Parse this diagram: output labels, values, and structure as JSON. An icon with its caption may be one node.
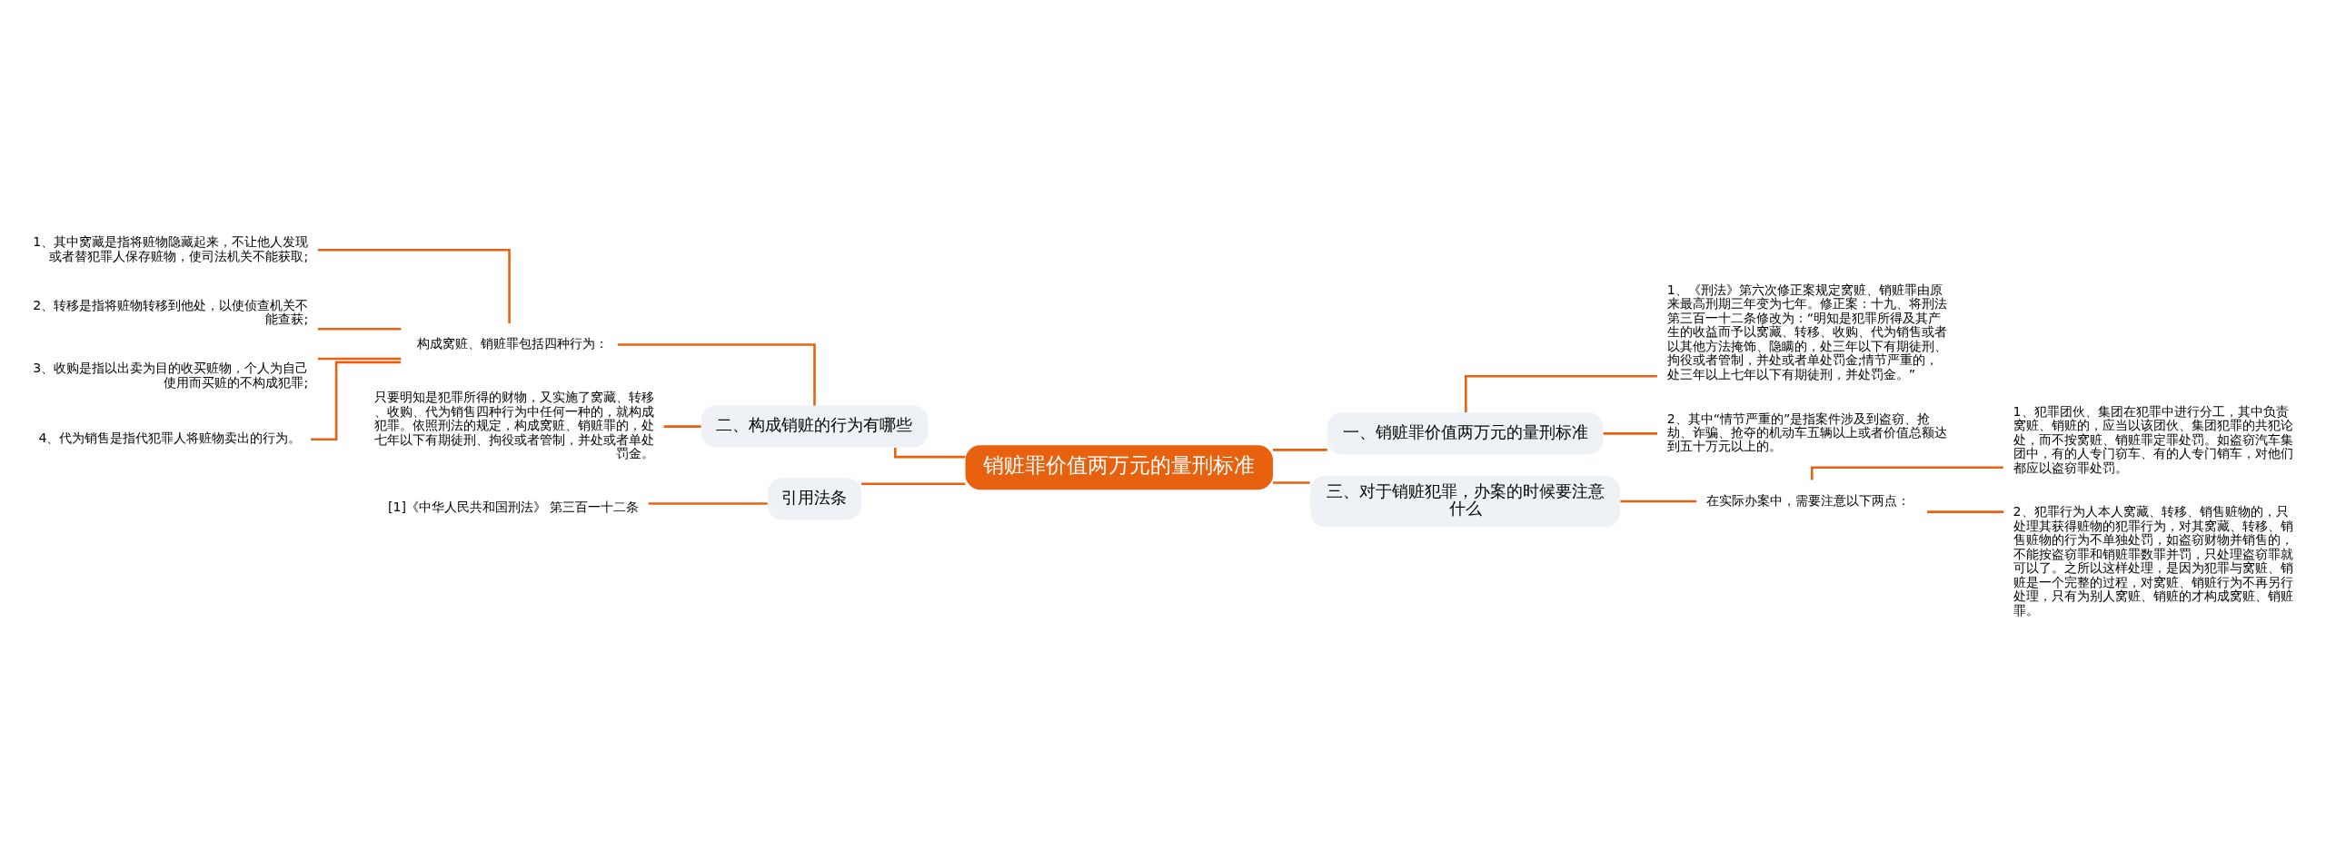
{
  "diagram": {
    "nodes": [
      {
        "text": [
          "销赃罪价值两万元的量刑标准"
        ]
      },
      {
        "text": [
          "一、销赃罪价值两万元的量刑标准"
        ]
      },
      {
        "text": [
          "1、《刑法》第六次修正案规定窝赃、销赃罪由原来最高刑期三年变为七年。修正案：十九、将刑法第三百一十二条修改为：“明知是犯罪所得及其产生的收益而予以窝藏、转移、收购、代为销售或者以其他方法掩饰、隐瞒的，处三年以下有期徒刑、拘役或者管制，并处或者单处罚金;情节严重的，处三年以上七年以下有期徒刑，并处罚金。”"
        ]
      },
      {
        "text": [
          "2、其中“情节严重的”是指案件涉及到盗窃、抢劫、诈骗、抢夺的机动车五辆以上或者价值总额达到五十万元以上的。"
        ]
      },
      {
        "text": [
          "三、对于销赃犯罪，办案的时候要注意什么"
        ]
      },
      {
        "text": [
          "在实际办案中，需要注意以下两点："
        ]
      },
      {
        "text": [
          "1、犯罪团伙、集团在犯罪中进行分工，其中负责窝赃、销赃的，应当以该团伙、集团犯罪的共犯论处，而不按窝赃、销赃罪定罪处罚。如盗窃汽车集团中，有的人专门窃车、有的人专门销车，对他们都应以盗窃罪处罚。"
        ]
      },
      {
        "text": [
          "2、犯罪行为人本人窝藏、转移、销售赃物的，只处理其获得赃物的犯罪行为，对其窝藏、转移、销售赃物的行为不单独处罚，如盗窃财物并销售的，不能按盗窃罪和销赃罪数罪并罚，只处理盗窃罪就可以了。之所以这样处理，是因为犯罪与窝赃、销赃是一个完整的过程，对窝赃、销赃行为不再另行处理，只有为别人窝赃、销赃的才构成窝赃、销赃罪。"
        ]
      },
      {
        "text": [
          "二、构成销赃的行为有哪些"
        ]
      },
      {
        "text": [
          "构成窝赃、销赃罪包括四种行为："
        ]
      },
      {
        "text": [
          "1、其中窝藏是指将赃物隐藏起来，不让他人发现或者替犯罪人保存赃物，使司法机关不能获取;"
        ]
      },
      {
        "text": [
          "2、转移是指将赃物转移到他处，以使侦查机关不能查获;"
        ]
      },
      {
        "text": [
          "3、收购是指以出卖为目的收买赃物，个人为自己使用而买赃的不构成犯罪;"
        ]
      },
      {
        "text": [
          "4、代为销售是指代犯罪人将赃物卖出的行为。"
        ]
      },
      {
        "text": [
          "只要明知是犯罪所得的财物，又实施了窝藏、转移、收购、代为销售四种行为中任何一种的，就构成犯罪。依照刑法的规定，构成窝赃、销赃罪的，处七年以下有期徒刑、拘役或者管制，并处或者单处罚金。"
        ]
      },
      {
        "text": [
          "引用法条"
        ]
      },
      {
        "text": [
          "[1]《中华人民共和国刑法》 第三百一十二条"
        ]
      }
    ],
    "edges": [
      {
        "from": 0,
        "to": 1,
        "arrow": "none"
      },
      {
        "from": 1,
        "to": 2,
        "arrow": "none"
      },
      {
        "from": 1,
        "to": 3,
        "arrow": "none"
      },
      {
        "from": 0,
        "to": 4,
        "arrow": "none"
      },
      {
        "from": 4,
        "to": 5,
        "arrow": "none"
      },
      {
        "from": 5,
        "to": 6,
        "arrow": "none"
      },
      {
        "from": 5,
        "to": 7,
        "arrow": "none"
      },
      {
        "from": 0,
        "to": 8,
        "arrow": "none"
      },
      {
        "from": 8,
        "to": 9,
        "arrow": "none"
      },
      {
        "from": 9,
        "to": 10,
        "arrow": "none"
      },
      {
        "from": 9,
        "to": 11,
        "arrow": "none"
      },
      {
        "from": 9,
        "to": 12,
        "arrow": "none"
      },
      {
        "from": 9,
        "to": 13,
        "arrow": "none"
      },
      {
        "from": 8,
        "to": 14,
        "arrow": "none"
      },
      {
        "from": 0,
        "to": 15,
        "arrow": "none"
      },
      {
        "from": 15,
        "to": 16,
        "arrow": "none"
      }
    ]
  }
}
